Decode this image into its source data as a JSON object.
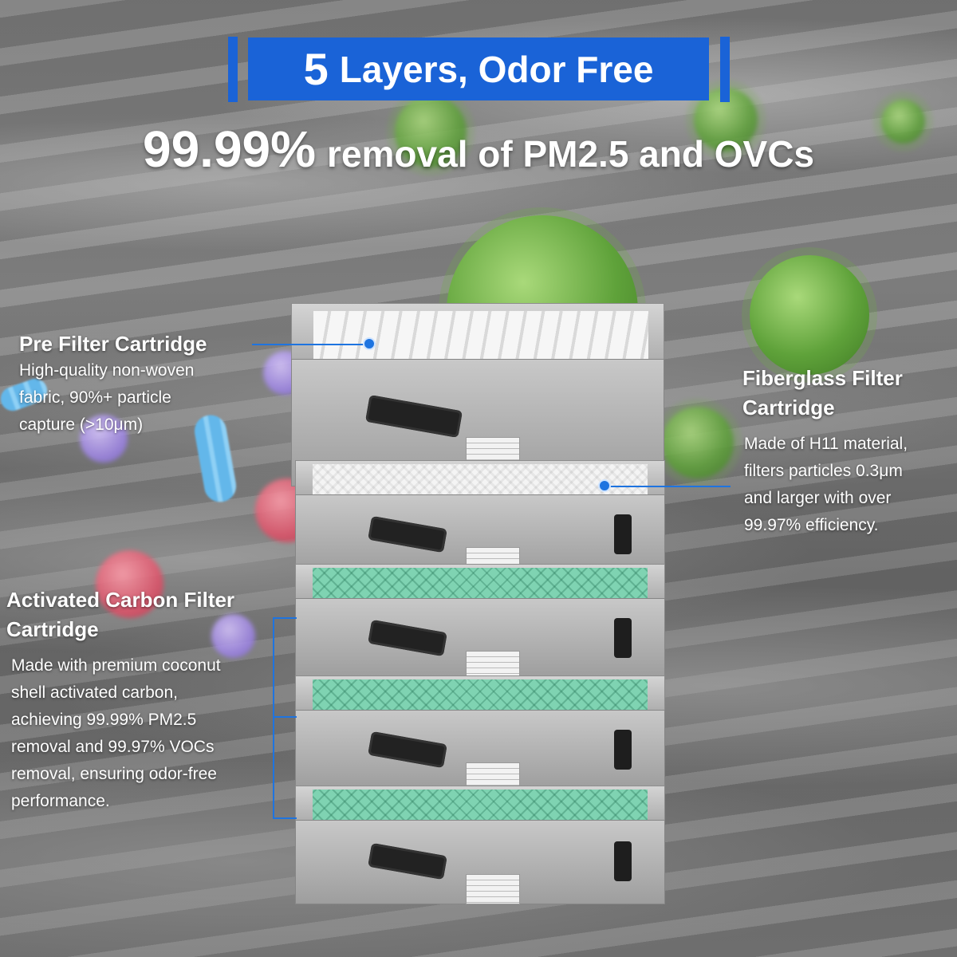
{
  "banner": {
    "number": "5",
    "text": "Layers, Odor Free"
  },
  "headline": {
    "percent": "99.99%",
    "text": "removal of PM2.5 and OVCs"
  },
  "labels": [
    {
      "id": "pre",
      "title_lines": [
        "Pre Filter Cartridge"
      ],
      "desc_lines": [
        "High-quality non-woven",
        "fabric, 90%+ particle",
        "capture (>10μm)"
      ]
    },
    {
      "id": "fiberglass",
      "title_lines": [
        "Fiberglass Filter",
        "Cartridge"
      ],
      "desc_lines": [
        "Made of H11 material,",
        "filters particles 0.3μm",
        "and larger with over",
        "99.97% efficiency."
      ]
    },
    {
      "id": "carbon",
      "title_lines": [
        "Activated Carbon Filter",
        "Cartridge"
      ],
      "desc_lines": [
        "Made with premium coconut",
        "shell activated carbon,",
        "achieving 99.99% PM2.5",
        "removal and 99.97% VOCs",
        "removal, ensuring odor-free",
        "performance."
      ]
    }
  ],
  "cartridges": [
    {
      "name": "pre-filter",
      "media": "white-pleated"
    },
    {
      "name": "fiberglass-filter",
      "media": "white-hepa"
    },
    {
      "name": "carbon-filter-1",
      "media": "green-carbon"
    },
    {
      "name": "carbon-filter-2",
      "media": "green-carbon"
    },
    {
      "name": "carbon-filter-3",
      "media": "green-carbon"
    }
  ],
  "colors": {
    "accent": "#1a63d7",
    "germ_green": "#5fa23a",
    "carbon_green": "#7fd3b2"
  },
  "icons": [
    "virus-icon",
    "bacteria-icon"
  ]
}
